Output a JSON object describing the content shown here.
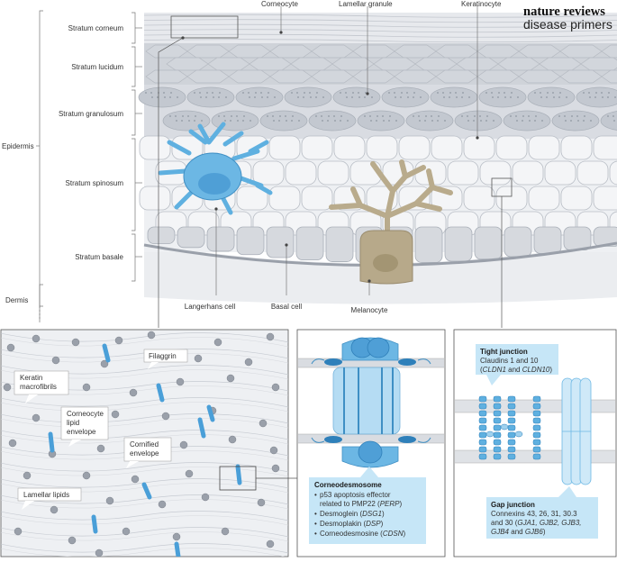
{
  "brand": {
    "line1": "nature reviews",
    "line2": "disease primers"
  },
  "regions": {
    "epidermis": "Epidermis",
    "dermis": "Dermis"
  },
  "layers": [
    "Stratum corneum",
    "Stratum lucidum",
    "Stratum granulosum",
    "Stratum spinosum",
    "Stratum basale"
  ],
  "top_labels": {
    "corneocyte": "Corneocyte",
    "lamellar_granule": "Lamellar granule",
    "keratinocyte": "Keratinocyte"
  },
  "cell_labels": {
    "langerhans": "Langerhans cell",
    "basal": "Basal cell",
    "melanocyte": "Melanocyte"
  },
  "panel1": {
    "filaggrin": "Filaggrin",
    "keratin": [
      "Keratin",
      "macrofibrils"
    ],
    "lipid_env": [
      "Corneocyte",
      "lipid",
      "envelope"
    ],
    "cornified": [
      "Cornified",
      "envelope"
    ],
    "lamellar_lipids": "Lamellar lipids"
  },
  "panel2": {
    "title": "Corneodesmosome",
    "items": [
      {
        "text": "p53 apoptosis effector",
        "gene": ""
      },
      {
        "text": "related to PMP22 (",
        "gene": "PERP",
        "close": ")"
      },
      {
        "text": "Desmoglein (",
        "gene": "DSG1",
        "close": ")"
      },
      {
        "text": "Desmoplakin (",
        "gene": "DSP",
        "close": ")"
      },
      {
        "text": "Corneodesmosine (",
        "gene": "CDSN",
        "close": ")"
      }
    ]
  },
  "panel3": {
    "tight_title": "Tight junction",
    "tight_line1": "Claudins 1 and 10",
    "tight_line2_open": "(",
    "tight_gene1": "CLDN1",
    "tight_and": " and ",
    "tight_gene2": "CLDN10",
    "tight_close": ")",
    "gap_title": "Gap junction",
    "gap_line1": "Connexins 43, 26, 31, 30.3",
    "gap_line2_pre": "and 30 (",
    "gap_line2_genes": "GJA1, GJB2, GJB3,",
    "gap_line3_genes": "GJB4",
    "gap_line3_and": " and ",
    "gap_line3_last": "GJB6",
    "gap_line3_close": ")"
  },
  "colors": {
    "corneum": "#e6e8ec",
    "lucidum": "#d4d7dd",
    "granular": "#c9cdd4",
    "spinous": "#eef0f3",
    "basal": "#d2d5db",
    "langerhans": "#5fb0e0",
    "melanocyte": "#b7a98a",
    "label_box": "#c6e6f7",
    "filaggrin": "#4a9fd8",
    "bg_dermis": "#e9ebee"
  }
}
